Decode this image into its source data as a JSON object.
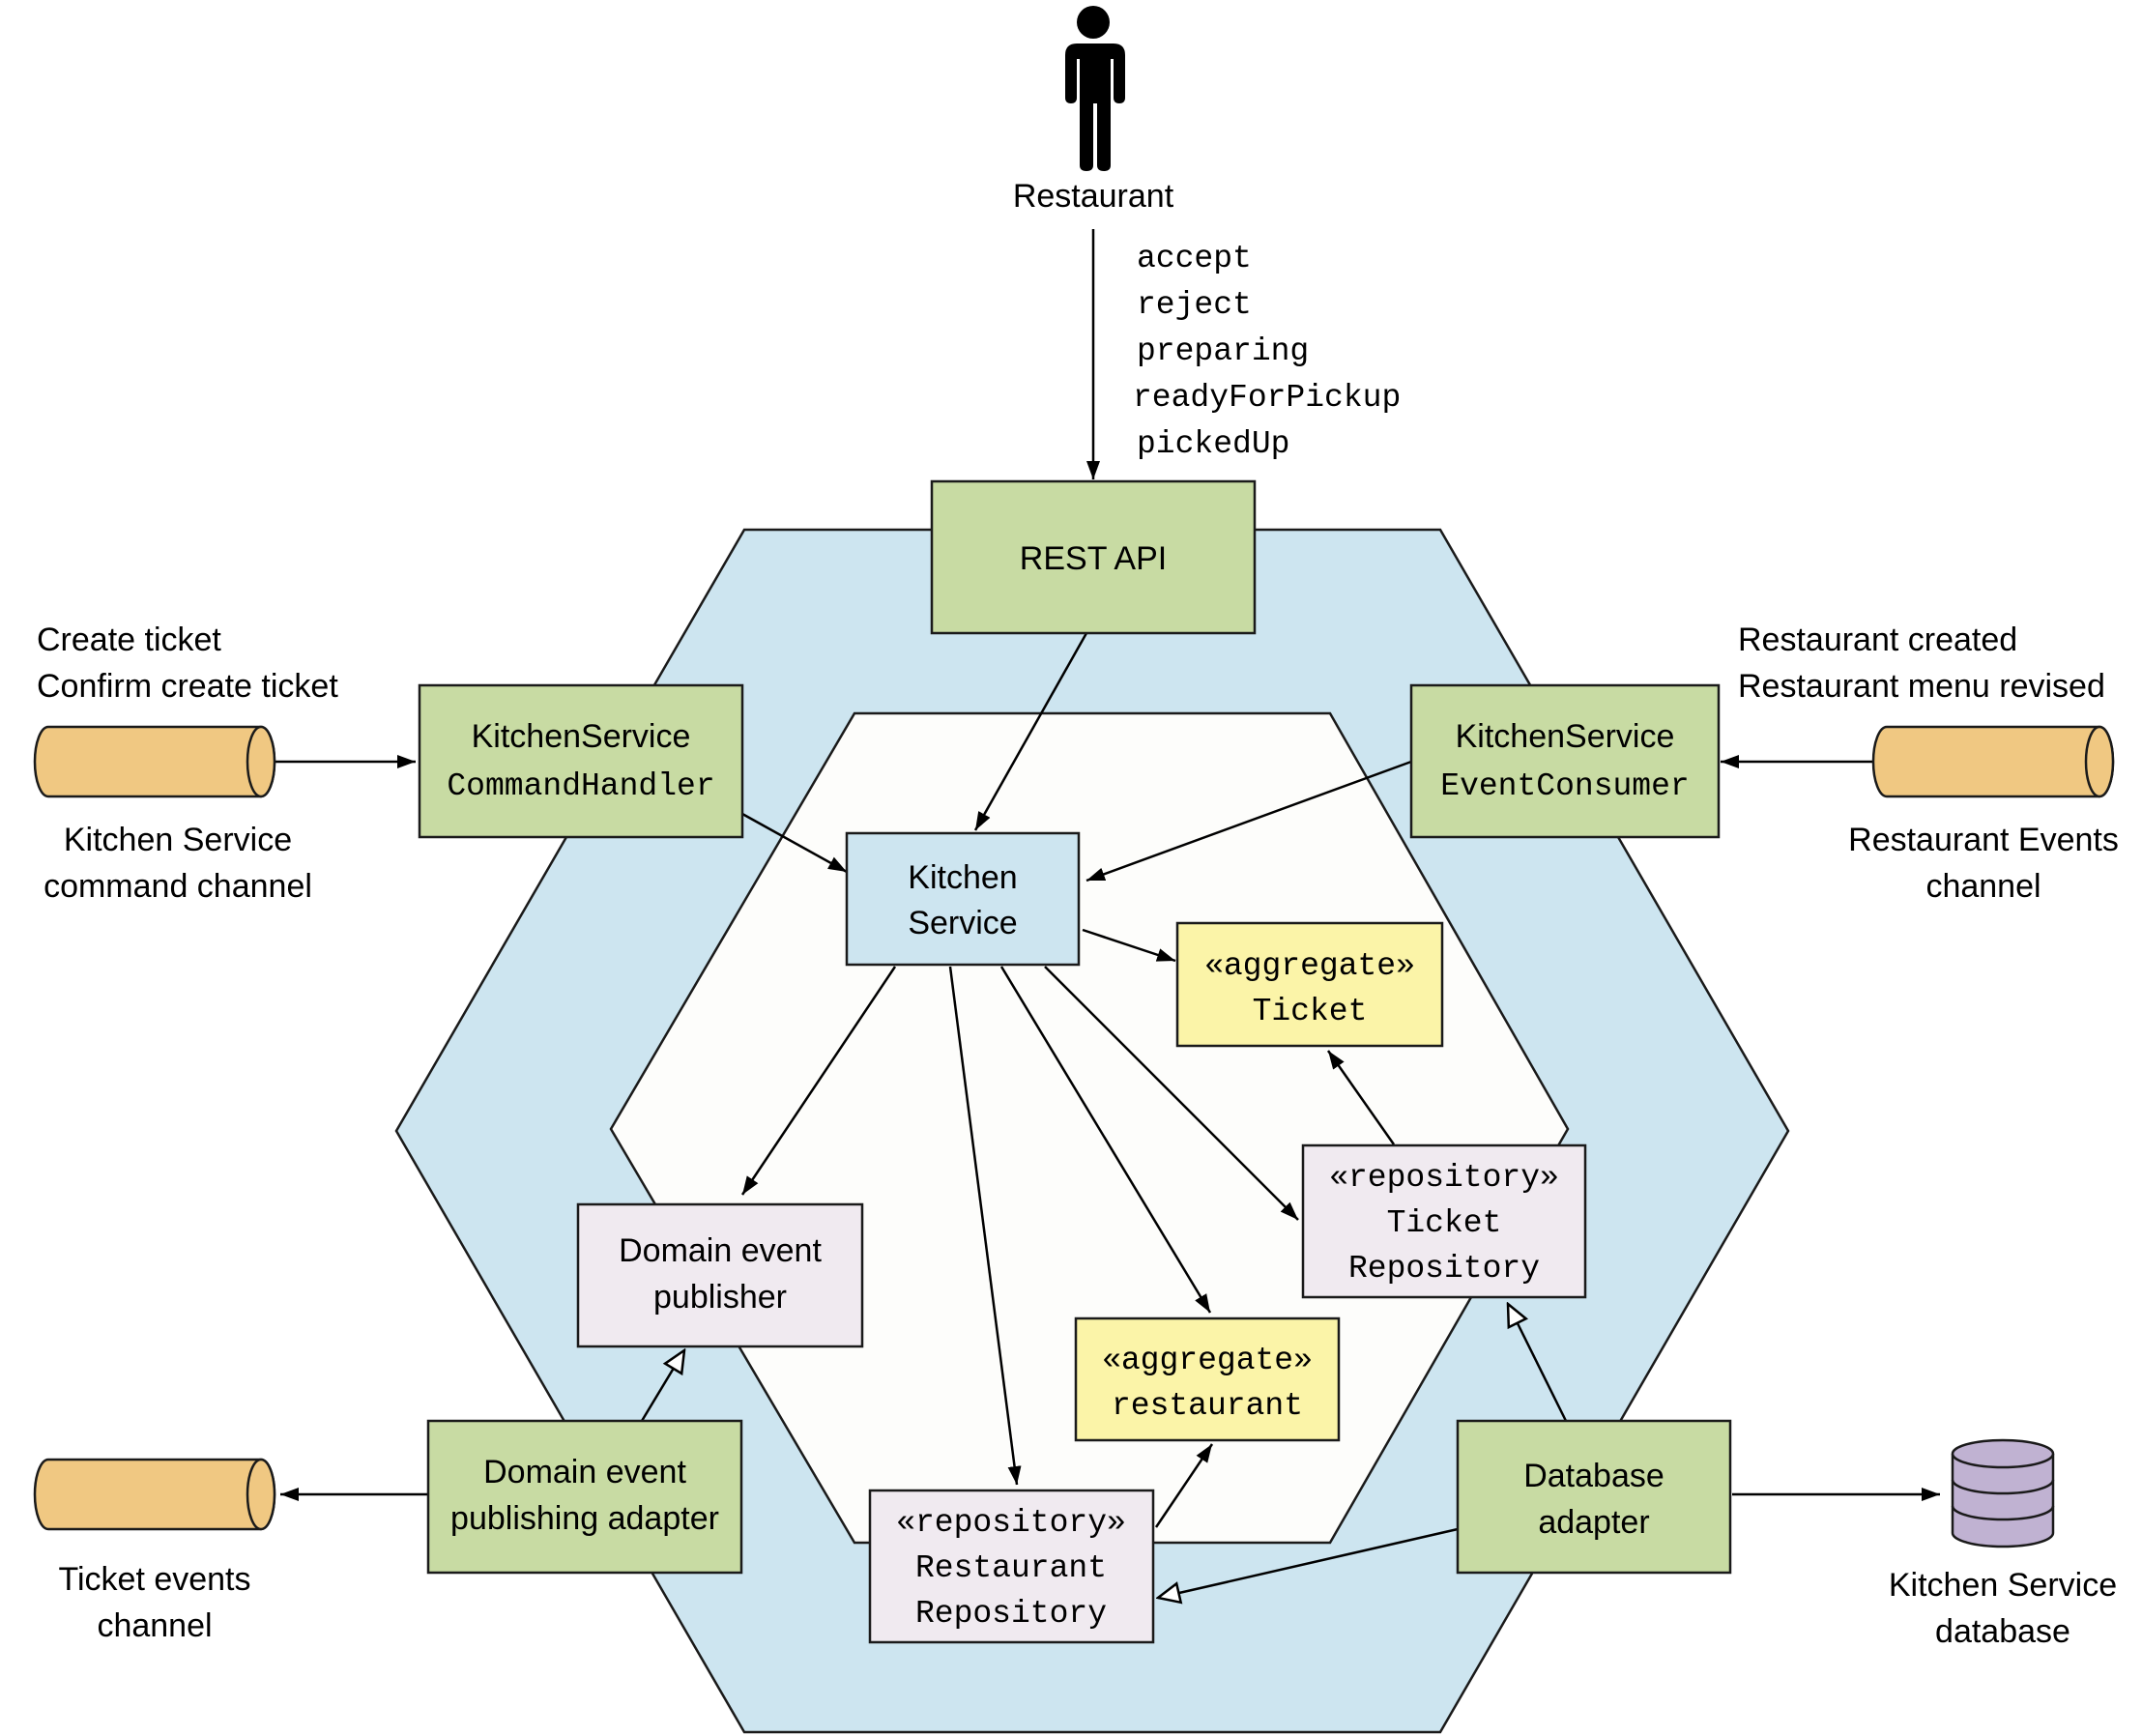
{
  "actor": {
    "label": "Restaurant",
    "icon": "person-icon"
  },
  "rest_operations": [
    "accept",
    "reject",
    "preparing",
    "readyForPickup",
    "pickedUp"
  ],
  "adapters": {
    "rest_api": {
      "line1": "REST API"
    },
    "command_handler": {
      "line1": "KitchenService",
      "line2": "CommandHandler"
    },
    "event_consumer": {
      "line1": "KitchenService",
      "line2": "EventConsumer"
    },
    "domain_event_publishing_adapter": {
      "line1": "Domain event",
      "line2": "publishing adapter"
    },
    "database_adapter": {
      "line1": "Database",
      "line2": "adapter"
    }
  },
  "core": {
    "kitchen_service": {
      "line1": "Kitchen",
      "line2": "Service"
    },
    "ticket_aggregate": {
      "line1": "«aggregate»",
      "line2": "Ticket"
    },
    "restaurant_aggregate": {
      "line1": "«aggregate»",
      "line2": "restaurant"
    },
    "ticket_repository": {
      "line1": "«repository»",
      "line2": "Ticket",
      "line3": "Repository"
    },
    "restaurant_repository": {
      "line1": "«repository»",
      "line2": "Restaurant",
      "line3": "Repository"
    },
    "domain_event_publisher": {
      "line1": "Domain event",
      "line2": "publisher"
    }
  },
  "channels": {
    "command_channel": {
      "messages": [
        "Create ticket",
        "Confirm create ticket"
      ],
      "name": [
        "Kitchen Service",
        "command channel"
      ]
    },
    "restaurant_events": {
      "messages": [
        "Restaurant created",
        "Restaurant menu revised"
      ],
      "name": [
        "Restaurant Events",
        "channel"
      ]
    },
    "ticket_events": {
      "name": [
        "Ticket events",
        "channel"
      ]
    }
  },
  "database": {
    "name": [
      "Kitchen Service",
      "database"
    ],
    "icon": "database-icon"
  },
  "colors": {
    "outer_hexagon": "#cde5f0",
    "inner_hexagon": "#fdfdfb",
    "adapter": "#c8dba3",
    "service": "#cde5f0",
    "aggregate": "#fbf4a8",
    "repository": "#f0eaf0",
    "channel": "#f0c882",
    "database": "#c0b2d2"
  }
}
